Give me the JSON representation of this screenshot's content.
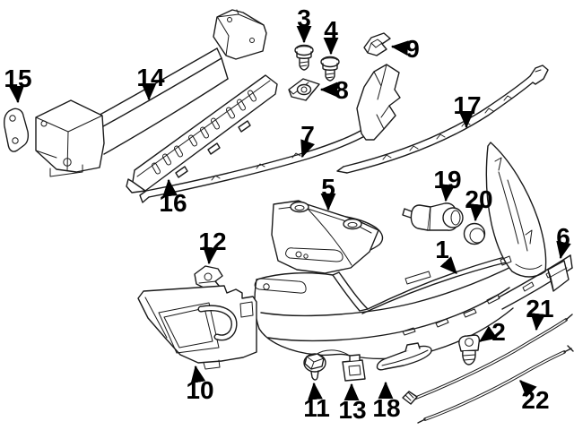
{
  "diagram": {
    "type": "exploded-parts-diagram",
    "subject": "rear-bumper-assembly",
    "background_color": "#ffffff",
    "line_color": "#1a1a1a",
    "label_color": "#000000",
    "callout_count": 22,
    "callouts": [
      "1",
      "2",
      "3",
      "4",
      "5",
      "6",
      "7",
      "8",
      "9",
      "10",
      "11",
      "12",
      "13",
      "14",
      "15",
      "16",
      "17",
      "18",
      "19",
      "20",
      "21",
      "22"
    ]
  }
}
